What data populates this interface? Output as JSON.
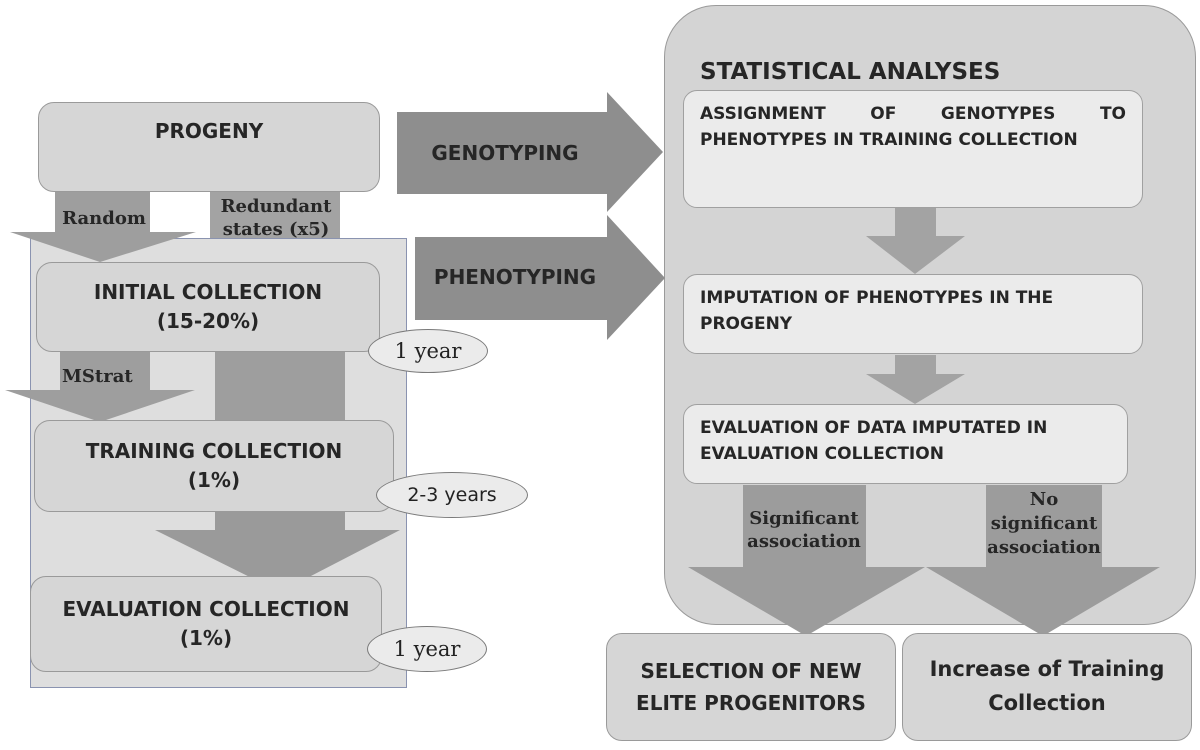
{
  "statistical_analyses": {
    "title": "STATISTICAL ANALYSES",
    "step1": "ASSIGNMENT OF GENOTYPES TO PHENOTYPES IN TRAINING COLLECTION",
    "step2": "IMPUTATION OF PHENOTYPES IN THE PROGENY",
    "step3": "EVALUATION OF DATA IMPUTATED IN EVALUATION COLLECTION",
    "significant": "Significant association",
    "no_significant": "No significant association"
  },
  "left": {
    "progeny": "PROGENY",
    "random": "Random",
    "redundant": "Redundant states (x5)",
    "initial_line1": "INITIAL COLLECTION",
    "initial_line2": "(15-20%)",
    "mstrat": "MStrat",
    "training_line1": "TRAINING COLLECTION",
    "training_line2": "(1%)",
    "evaluation_line1": "EVALUATION COLLECTION",
    "evaluation_line2": "(1%)"
  },
  "durations": {
    "initial": "1 year",
    "training": "2-3 years",
    "evaluation": "1 year"
  },
  "middle": {
    "genotyping": "GENOTYPING",
    "phenotyping": "PHENOTYPING"
  },
  "outcomes": {
    "selection_line1": "SELECTION OF NEW",
    "selection_line2": "ELITE PROGENITORS",
    "increase_line1": "Increase of Training",
    "increase_line2": "Collection"
  }
}
